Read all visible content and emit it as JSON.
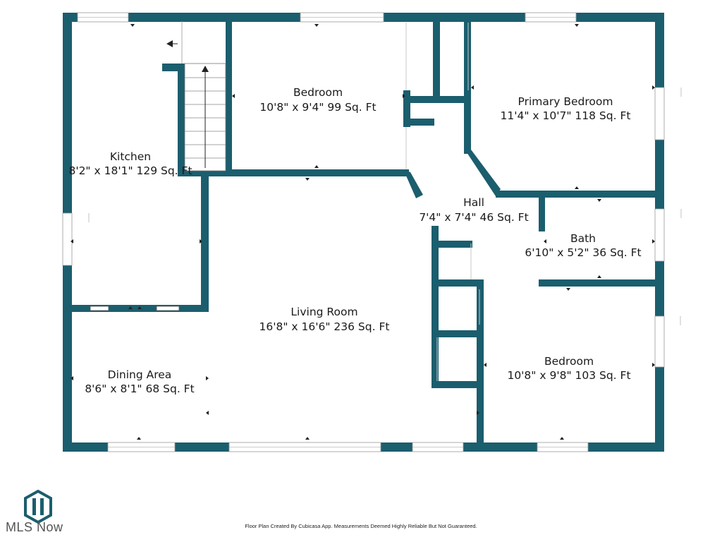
{
  "colors": {
    "wall": "#1b5e6e",
    "window": "#ffffff",
    "window_line": "#9a9a9a",
    "text": "#1a1a1a"
  },
  "rooms": [
    {
      "name": "Kitchen",
      "dimensions": "8'2\" x 18'1\" 129 Sq. Ft"
    },
    {
      "name": "Bedroom",
      "dimensions": "10'8\" x 9'4\" 99 Sq. Ft"
    },
    {
      "name": "Primary Bedroom",
      "dimensions": "11'4\" x 10'7\" 118 Sq. Ft"
    },
    {
      "name": "Hall",
      "dimensions": "7'4\" x 7'4\" 46 Sq. Ft"
    },
    {
      "name": "Bath",
      "dimensions": "6'10\" x 5'2\" 36 Sq. Ft"
    },
    {
      "name": "Living Room",
      "dimensions": "16'8\" x 16'6\" 236 Sq. Ft"
    },
    {
      "name": "Dining Area",
      "dimensions": "8'6\" x 8'1\" 68 Sq. Ft"
    },
    {
      "name": "Bedroom",
      "dimensions": "10'8\" x 9'8\" 103 Sq. Ft"
    }
  ],
  "logo": {
    "text": "MLS Now",
    "icon": "mls-now-logo-icon"
  },
  "footer": {
    "disclaimer": "Floor Plan Created By Cubicasa App. Measurements Deemed Highly Reliable But Not Guaranteed."
  }
}
